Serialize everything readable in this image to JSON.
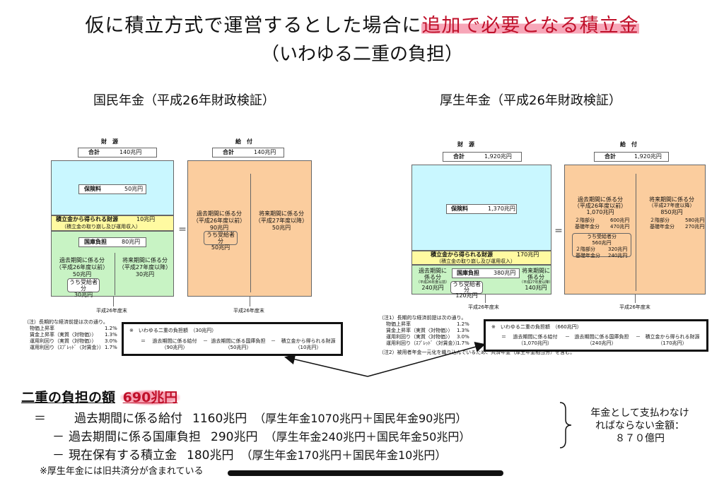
{
  "header": {
    "title_part1": "仮に積立方式で運営するとした場合に",
    "title_highlight": "追加で必要となる積立金",
    "subtitle": "（いわゆる二重の負担）"
  },
  "left": {
    "heading": "国民年金（平成26年財政検証）",
    "fin_label": "財　源",
    "pay_label": "給　付",
    "fin_total_label": "合計",
    "fin_total_value": "140兆円",
    "pay_total_label": "合計",
    "pay_total_value": "140兆円",
    "premium_label": "保険料",
    "premium_value": "50兆円",
    "fund_label": "積立金から得られる財源",
    "fund_value": "10兆円",
    "fund_note": "（積立金の取り崩し及び運用収入）",
    "tax_label": "国庫負担",
    "tax_value": "80兆円",
    "tax_past_1": "過去期間に係る分",
    "tax_past_2": "（平成26年度以前）",
    "tax_past_value": "50兆円",
    "tax_recv_1": "うち受給者分",
    "tax_recv_value": "30兆円",
    "tax_future_1": "将来期間に係る分",
    "tax_future_2": "（平成27年度以降）",
    "tax_future_value": "30兆円",
    "pay_past_1": "過去期間に係る分",
    "pay_past_2": "（平成26年度以前）",
    "pay_past_value": "90兆円",
    "pay_recv_1": "うち受給者分",
    "pay_recv_value": "50兆円",
    "pay_future_1": "将来期間に係る分",
    "pay_future_2": "（平成27年度以降）",
    "pay_future_value": "50兆円",
    "equals": "＝",
    "fy_end_1": "平成26年度末",
    "fy_end_2": "平成26年度末",
    "note_title": "（注）長期的な経済前提は次の通り。",
    "note_rows": [
      {
        "label": "物価上昇率",
        "value": "1.2%"
      },
      {
        "label": "賃金上昇率（実質〈対物価〉）",
        "value": "1.3%"
      },
      {
        "label": "運用利回り（実質〈対物価〉）",
        "value": "3.0%"
      },
      {
        "label": "運用利回り（ｽﾌﾟﾚｯﾄﾞ〈対賃金〉）",
        "value": "1.7%"
      }
    ],
    "calc_title": "※　いわゆる二重の負担額　（30兆円）",
    "calc_eq": "＝",
    "calc_item1": "過去期間に係る給付",
    "calc_item1_value": "（90兆円）",
    "calc_minus1": "－",
    "calc_item2": "過去期間に係る国庫負担",
    "calc_item2_value": "（50兆円）",
    "calc_minus2": "－",
    "calc_item3": "積立金から得られる財源",
    "calc_item3_value": "（10兆円）"
  },
  "right": {
    "heading": "厚生年金（平成26年財政検証）",
    "fin_label": "財　源",
    "pay_label": "給　付",
    "fin_total_label": "合計",
    "fin_total_value": "1,920兆円",
    "pay_total_label": "合計",
    "pay_total_value": "1,920兆円",
    "premium_label": "保険料",
    "premium_value": "1,370兆円",
    "fund_label": "積立金から得られる財源",
    "fund_value": "170兆円",
    "fund_note": "（積立金の取り崩し及び運用収入）",
    "tax_label": "国庫負担",
    "tax_value": "380兆円",
    "tax_past_1": "過去期間に",
    "tax_past_2": "係る分",
    "tax_past_3": "（平成26年度以前）",
    "tax_past_value": "240兆円",
    "tax_recv_1": "うち受給者分",
    "tax_recv_value": "120兆円",
    "tax_future_1": "将来期間に",
    "tax_future_2": "係る分",
    "tax_future_3": "（平成27年度以降）",
    "tax_future_value": "140兆円",
    "pay_past_1": "過去期間に係る分",
    "pay_past_2": "（平成26年度以前）",
    "pay_past_value": "1,070兆円",
    "pay_past_rows": [
      {
        "label": "２階部分",
        "value": "600兆円"
      },
      {
        "label": "基礎年金分",
        "value": "470兆円"
      }
    ],
    "pay_recv_1": "うち受給者分",
    "pay_recv_value": "560兆円",
    "pay_recv_rows": [
      {
        "label": "２階部分",
        "value": "320兆円"
      },
      {
        "label": "基礎年金分",
        "value": "240兆円"
      }
    ],
    "pay_future_1": "将来期間に係る分",
    "pay_future_2": "（平成27年度以降）",
    "pay_future_value": "850兆円",
    "pay_future_rows": [
      {
        "label": "２階部分",
        "value": "580兆円"
      },
      {
        "label": "基礎年金分",
        "value": "270兆円"
      }
    ],
    "equals": "＝",
    "fy_end_1": "平成26年度末",
    "fy_end_2": "平成26年度末",
    "note_title": "（注1）長期的な経済前提は次の通り。",
    "note_rows": [
      {
        "label": "物価上昇率",
        "value": "1.2%"
      },
      {
        "label": "賃金上昇率（実質〈対物価〉）",
        "value": "1.3%"
      },
      {
        "label": "運用利回り（実質〈対物価〉）",
        "value": "3.0%"
      },
      {
        "label": "運用利回り（ｽﾌﾟﾚｯﾄﾞ〈対賃金〉）",
        "value": "1.7%"
      }
    ],
    "note2": "（注2）被用者年金一元化を織り込んでいるため、共済年金（厚生年金相当分）を含む。",
    "calc_title": "※　いわゆる二重の負担額　（660兆円）",
    "calc_eq": "＝",
    "calc_item1": "過去期間に係る給付",
    "calc_item1_value": "（1,070兆円）",
    "calc_minus1": "－",
    "calc_item2": "過去期間に係る国庫負担",
    "calc_item2_value": "（240兆円）",
    "calc_minus2": "－",
    "calc_item3": "積立金から得られる財源",
    "calc_item3_value": "（170兆円）"
  },
  "summary": {
    "burden_label": "二重の負担の額",
    "burden_value": "690兆円",
    "line1_op": "＝",
    "line1_text": "過去期間に係る給付",
    "line1_amount": "1160兆円",
    "line1_detail": "（厚生年金1070兆円＋国民年金90兆円）",
    "line2_op": "－",
    "line2_text": "過去期間に係る国庫負担",
    "line2_amount": "290兆円",
    "line2_detail": "（厚生年金240兆円＋国民年金50兆円）",
    "line3_op": "－",
    "line3_text": "現在保有する積立金",
    "line3_amount": "180兆円",
    "line3_detail": "（厚生年金170兆円＋国民年金10兆円）",
    "footnote": "※厚生年金には旧共済分が含まれている",
    "side_note_1": "年金として支払わなけ",
    "side_note_2": "ればならない金額：",
    "side_note_3": "８７０億円"
  }
}
